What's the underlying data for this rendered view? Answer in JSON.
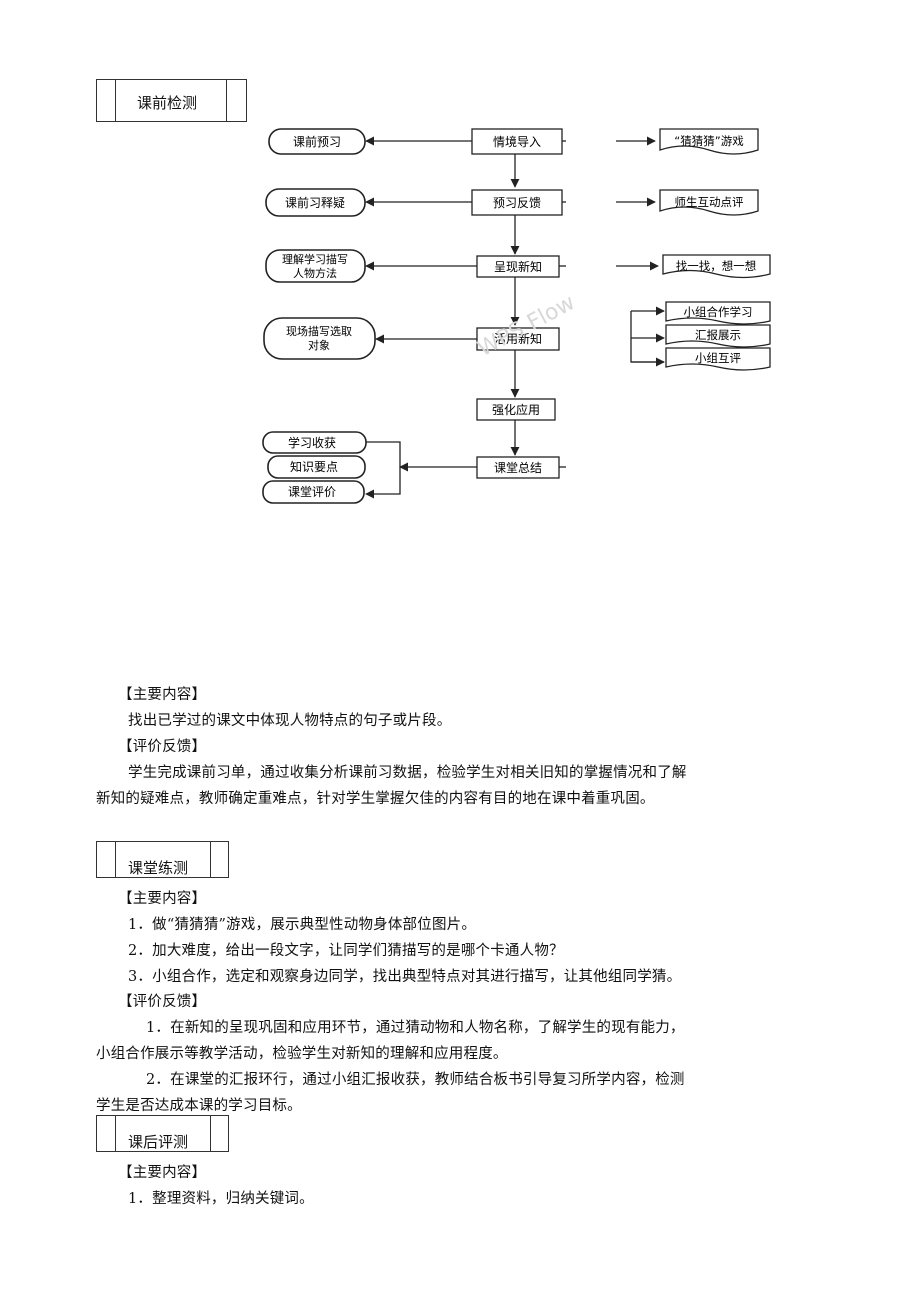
{
  "section1": {
    "title": "课前检测"
  },
  "flow": {
    "center": [
      "情境导入",
      "预习反馈",
      "呈现新知",
      "活用新知",
      "强化应用",
      "课堂总结"
    ],
    "left": [
      "课前预习",
      "课前习释疑",
      "理解学习描写人物方法",
      "现场描写选取对象"
    ],
    "left_l1": [
      "理解学习描写",
      "现场描写选取"
    ],
    "left_l2": [
      "人物方法",
      "对象"
    ],
    "left_bottom": [
      "学习收获",
      "知识要点",
      "课堂评价"
    ],
    "right": [
      "“猜猜猜”游戏",
      "师生互动点评",
      "找一找，想一想"
    ],
    "right_group": [
      "小组合作学习",
      "汇报展示",
      "小组互评"
    ],
    "watermark": "WPS Flow"
  },
  "s1_content": {
    "main_heading": "【主要内容】",
    "main_text": "找出已学过的课文中体现人物特点的句子或片段。",
    "eval_heading": "【评价反馈】",
    "eval_line1": "学生完成课前习单，通过收集分析课前习数据，检验学生对相关旧知的掌握情况和了解",
    "eval_line2": "新知的疑难点，教师确定重难点，针对学生掌握欠佳的内容有目的地在课中着重巩固。"
  },
  "section2": {
    "title": "课堂练测",
    "main_heading": "【主要内容】",
    "items": [
      "1．做“猜猜猜”游戏，展示典型性动物身体部位图片。",
      "2．加大难度，给出一段文字，让同学们猜描写的是哪个卡通人物？",
      "3．小组合作，选定和观察身边同学，找出典型特点对其进行描写，让其他组同学猜。"
    ],
    "eval_heading": "【评价反馈】",
    "eval1_line1": "1．在新知的呈现巩固和应用环节，通过猜动物和人物名称，了解学生的现有能力，",
    "eval1_line2": "小组合作展示等教学活动，检验学生对新知的理解和应用程度。",
    "eval2_line1": "2．在课堂的汇报环行，通过小组汇报收获，教师结合板书引导复习所学内容，检测",
    "eval2_line2": "学生是否达成本课的学习目标。"
  },
  "section3": {
    "title": "课后评测",
    "main_heading": "【主要内容】",
    "item1": "1．整理资料，归纳关键词。"
  }
}
